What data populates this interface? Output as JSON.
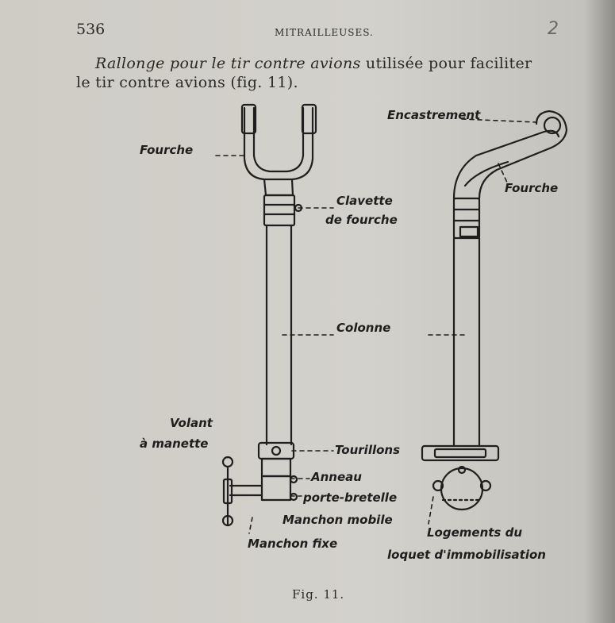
{
  "header": {
    "page_number": "536",
    "running_head": "MITRAILLEUSES.",
    "pencil_mark": "2"
  },
  "intro": {
    "italic_part": "Rallonge pour le tir contre avions",
    "rest_line1": " utilisée pour faciliter",
    "line2": "le tir contre avions (fig. 11)."
  },
  "figure": {
    "labels": {
      "fourche_left": "Fourche",
      "clavette_line1": "Clavette",
      "clavette_line2": "de fourche",
      "encastrement": "Encastrement",
      "fourche_right": "Fourche",
      "colonne": "Colonne",
      "volant_line1": "Volant",
      "volant_line2": "à manette",
      "tourillons": "Tourillons",
      "anneau_line1": "Anneau",
      "anneau_line2": "porte-bretelle",
      "manchon_mobile": "Manchon mobile",
      "manchon_fixe": "Manchon fixe",
      "logements_line1": "Logements du",
      "logements_line2": "loquet d'immobilisation"
    },
    "caption": "Fig. 11."
  }
}
